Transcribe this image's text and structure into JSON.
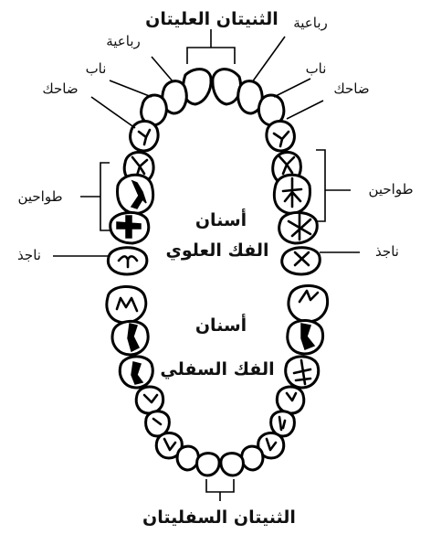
{
  "labels": {
    "upper_central_incisors": "الثنيتان العليتان",
    "lateral_incisor": "رباعية",
    "canine": "ناب",
    "premolar": "ضاحك",
    "molars": "طواحين",
    "wisdom_tooth": "ناجذ",
    "lower_central_incisors": "الثنيتان السفليتان"
  },
  "arches": {
    "upper_line1": "أسنان",
    "upper_line2": "الفك العلوي",
    "lower_line1": "أسنان",
    "lower_line2": "الفك السفلي"
  }
}
